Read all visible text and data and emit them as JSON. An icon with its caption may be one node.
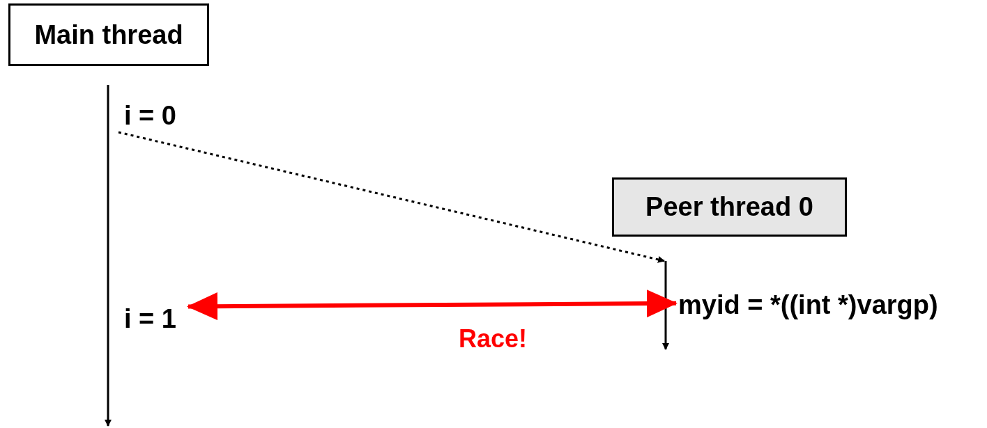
{
  "diagram": {
    "nodes": [
      {
        "text": [
          "Main thread"
        ]
      },
      {
        "text": [
          "Peer thread 0"
        ]
      },
      {
        "text": [
          "i = 0"
        ]
      },
      {
        "text": [
          "i = 1"
        ]
      },
      {
        "text": [
          "myid = *((int *)vargp)"
        ]
      }
    ],
    "edges": [
      {
        "from": 2,
        "to": 4,
        "arrow": "to",
        "style": "dashed"
      },
      {
        "from": 3,
        "to": 4,
        "arrow": "both",
        "label": "Race!",
        "style": "thick",
        "color": "#ff0000"
      }
    ]
  }
}
